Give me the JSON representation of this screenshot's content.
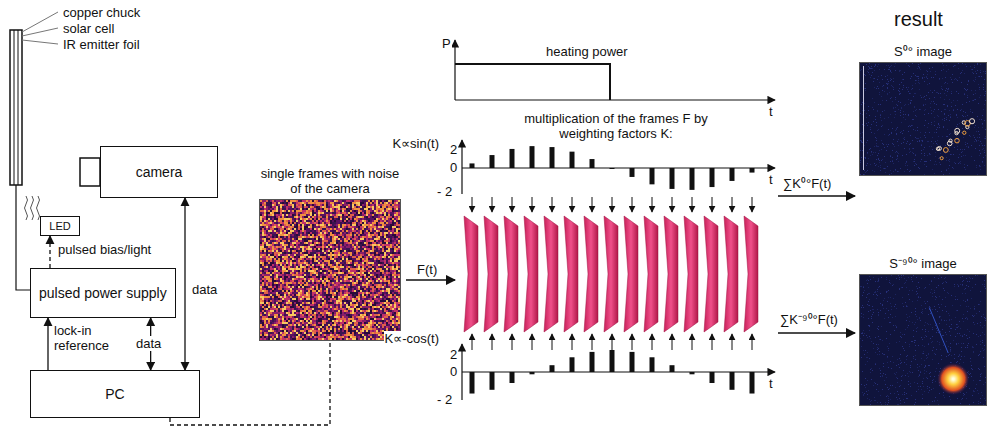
{
  "diagram": {
    "nodes": [
      {
        "text": [
          "camera"
        ]
      },
      {
        "text": [
          "LED"
        ]
      },
      {
        "text": [
          "pulsed power supply"
        ]
      },
      {
        "text": [
          "PC"
        ]
      },
      {
        "text": [
          "single frames with noise of the camera"
        ]
      },
      {
        "text": [
          "S⁰° image"
        ]
      },
      {
        "text": [
          "S⁻⁹⁰° image"
        ]
      }
    ],
    "edges": [
      {
        "from": 0,
        "to": 3,
        "arrow": "both",
        "label": "data"
      },
      {
        "from": 3,
        "to": 2,
        "arrow": "to",
        "label": "lock-in reference"
      },
      {
        "from": 3,
        "to": 2,
        "arrow": "both",
        "label": "data"
      },
      {
        "from": 2,
        "to": 1,
        "arrow": "to",
        "label": "pulsed bias/light"
      },
      {
        "from": 3,
        "to": 4,
        "arrow": "none"
      }
    ],
    "labels": [
      "copper chuck",
      "solar cell",
      "IR emitter foil",
      "F(t)",
      "P",
      "t",
      "heating power",
      "multiplication of the frames F by weighting factors K:",
      "K∝sin(t)",
      "2",
      "0",
      "- 2",
      "t",
      "K∝-cos(t)",
      "2",
      "0",
      "- 2",
      "t",
      "∑K⁰°F(t)",
      "∑K⁻⁹⁰°F(t)",
      "result"
    ]
  }
}
